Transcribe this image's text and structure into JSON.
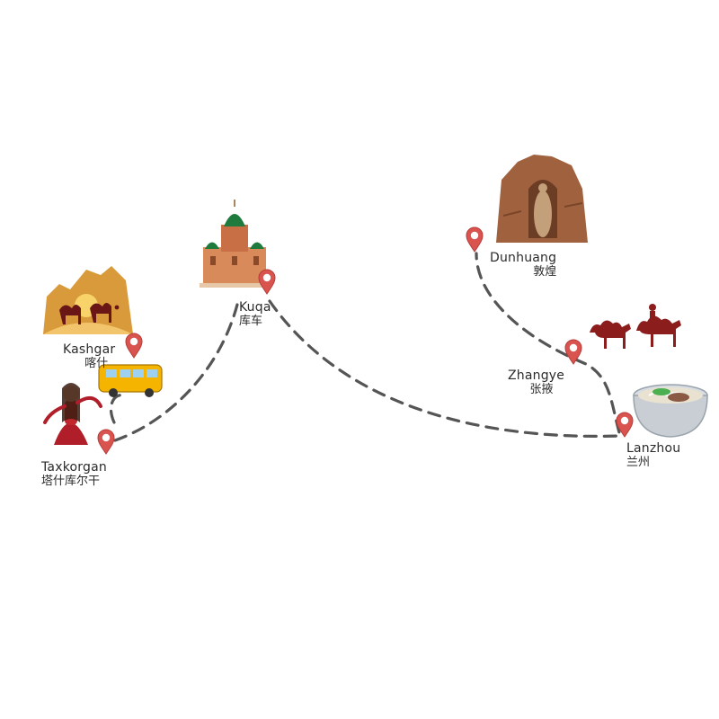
{
  "colors": {
    "route": "#555555",
    "pin": "#d9534f",
    "sand": "#d89a3a",
    "camel": "#8b1d1d",
    "bus": "#f4b400",
    "rock": "#a0623e",
    "dome": "#1f7a3e"
  },
  "stops": [
    {
      "id": "kashgar",
      "name": "Kashgar",
      "name_zh": "喀什",
      "icon": "desert-camel-caravan-icon"
    },
    {
      "id": "taxkorgan",
      "name": "Taxkorgan",
      "name_zh": "塔什库尔干",
      "icon": "dancing-girl-icon"
    },
    {
      "id": "kuqa",
      "name": "Kuqa",
      "name_zh": "库车",
      "icon": "onion-dome-mosque-icon"
    },
    {
      "id": "dunhuang",
      "name": "Dunhuang",
      "name_zh": "敦煌",
      "icon": "buddha-grotto-icon"
    },
    {
      "id": "zhangye",
      "name": "Zhangye",
      "name_zh": "张掖",
      "icon": "camels-with-rider-icon"
    },
    {
      "id": "lanzhou",
      "name": "Lanzhou",
      "name_zh": "兰州",
      "icon": "beef-noodle-bowl-icon"
    }
  ],
  "vehicle_icon": "tour-bus-icon",
  "pin_icon": "map-pin-icon"
}
